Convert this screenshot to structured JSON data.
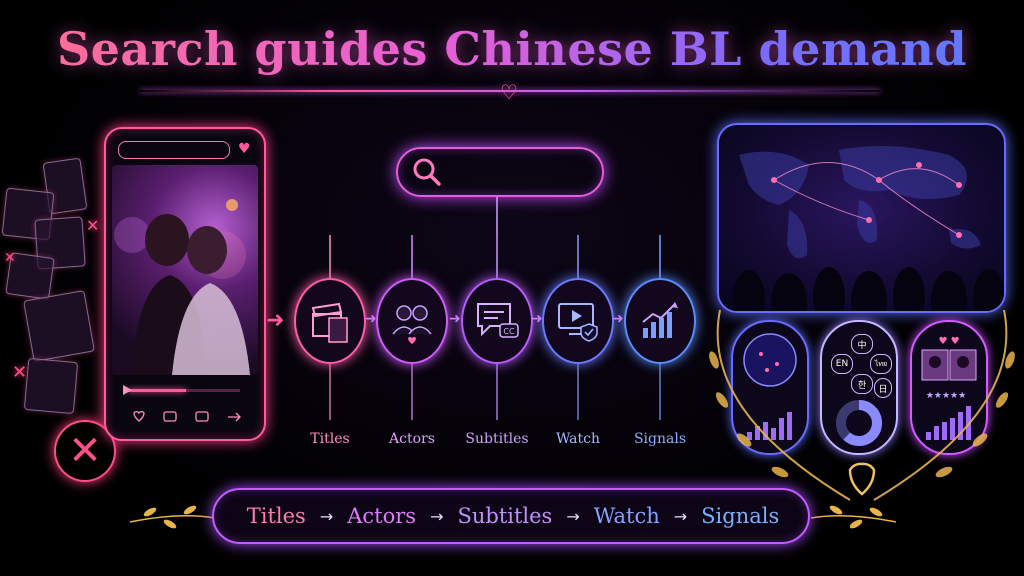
{
  "header": {
    "title": "Search guides Chinese BL demand"
  },
  "flow": {
    "nodes": [
      {
        "label": "Titles",
        "icon": "clapperboard-icon",
        "color": "#ff5fa8"
      },
      {
        "label": "Actors",
        "icon": "actors-icon",
        "color": "#d45cff"
      },
      {
        "label": "Subtitles",
        "icon": "subtitles-icon",
        "color": "#b85cff"
      },
      {
        "label": "Watch",
        "icon": "watch-screen-icon",
        "color": "#6a7bff"
      },
      {
        "label": "Signals",
        "icon": "signals-chart-icon",
        "color": "#5a8dff"
      }
    ]
  },
  "languages": {
    "chips": [
      "中",
      "EN",
      "ไทย",
      "한",
      "日"
    ]
  },
  "banner": {
    "steps": [
      "Titles",
      "Actors",
      "Subtitles",
      "Watch",
      "Signals"
    ],
    "separator": "→"
  },
  "colors": {
    "pink": "#ff5a9a",
    "purple": "#c45cff",
    "blue": "#5b7dff",
    "gold": "#e8b44a"
  }
}
